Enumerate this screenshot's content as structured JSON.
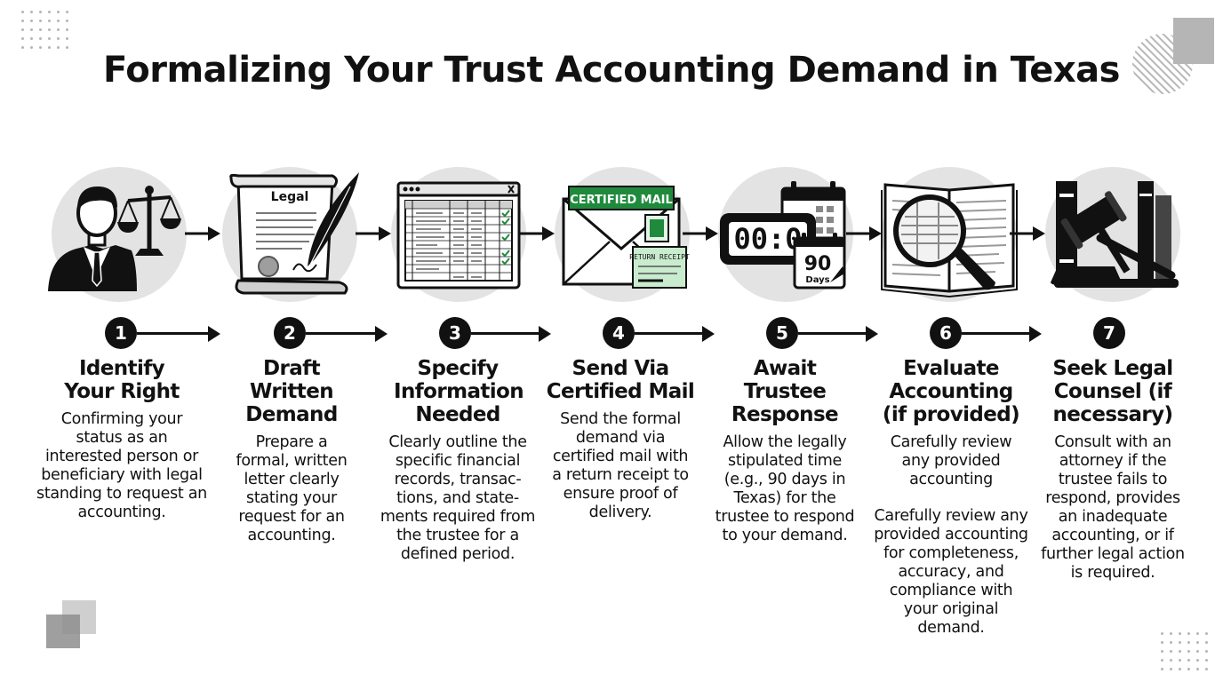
{
  "title": "Formalizing Your Trust Accounting Demand in Texas",
  "steps": [
    {
      "number": "1",
      "title": "Identify Your Right",
      "description": "Confirming your status as an interested person or beneficiary with legal standing to request an accounting.",
      "icon": "person-with-scales-icon"
    },
    {
      "number": "2",
      "title": "Draft Written Demand",
      "description": "Prepare a formal, written letter clearly stating your request for an accounting.",
      "icon": "legal-scroll-quill-icon",
      "icon_label": "Legal"
    },
    {
      "number": "3",
      "title": "Specify Information Needed",
      "description": "Clearly outline the specific financial records, transac-tions, and state-ments required from the trustee for a defined period.",
      "icon": "spreadsheet-window-icon"
    },
    {
      "number": "4",
      "title": "Send Via Certified Mail",
      "description": "Send the formal demand via certified mail with a return receipt to ensure proof of delivery.",
      "icon": "certified-mail-envelope-icon",
      "icon_label": "CERTIFIED MAIL",
      "receipt_label": "RETURN RECEIPT"
    },
    {
      "number": "5",
      "title": "Await Trustee Response",
      "description": "Allow the legally stipulated time (e.g., 90 days in Texas) for the trustee to respond to your demand.",
      "icon": "clock-calendar-icon",
      "clock_text": "00:0",
      "calendar_number": "90",
      "calendar_label": "Days"
    },
    {
      "number": "6",
      "title": "Evaluate Accounting (if provided)",
      "description": "Carefully review any provided accounting",
      "description_extra": "Carefully review any provided accounting for completeness, accuracy, and compliance with your original demand.",
      "icon": "magnifier-book-icon"
    },
    {
      "number": "7",
      "title": "Seek Legal Counsel (if necessary)",
      "description": "Consult with an attorney if the trustee fails to respond, provides an inadequate accounting, or if further legal action is required.",
      "icon": "gavel-books-icon"
    }
  ],
  "colors": {
    "accent_green": "#1f8a3c",
    "icon_bg": "#e3e3e3",
    "text": "#111111"
  }
}
